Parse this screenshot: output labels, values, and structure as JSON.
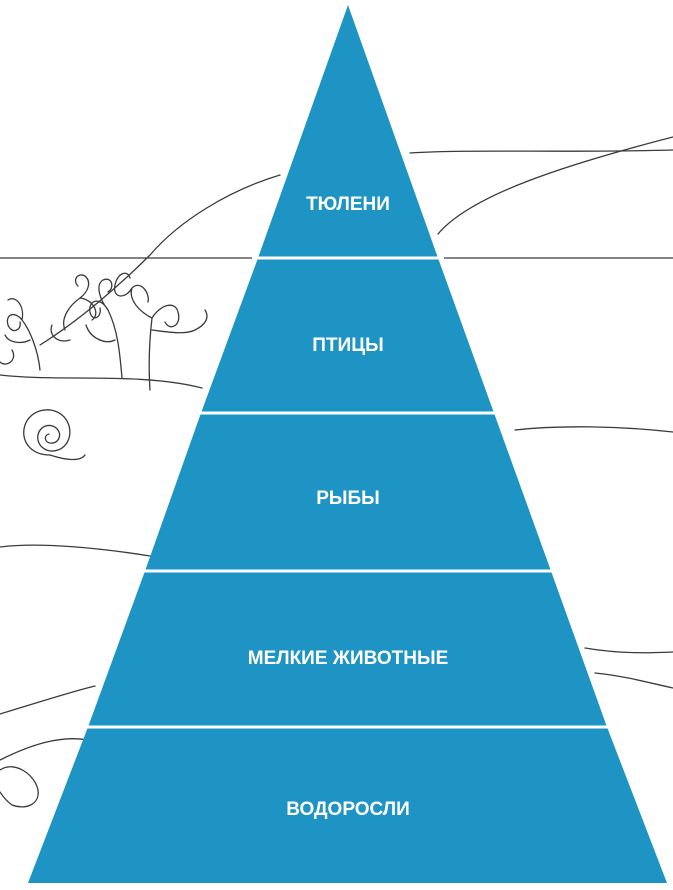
{
  "pyramid": {
    "fill_color": "#1e94c4",
    "divider_color": "#ffffff",
    "label_color": "#ffffff",
    "levels": [
      {
        "label": "ТЮЛЕНИ"
      },
      {
        "label": "ПТИЦЫ"
      },
      {
        "label": "РЫБЫ"
      },
      {
        "label": "МЕЛКИЕ ЖИВОТНЫЕ"
      },
      {
        "label": "ВОДОРОСЛИ"
      }
    ]
  },
  "background": {
    "style": "line sketch",
    "line_color": "#3a3a3a",
    "elements": [
      "sea-horizon",
      "seaweed",
      "shell",
      "waves",
      "rocks"
    ]
  }
}
